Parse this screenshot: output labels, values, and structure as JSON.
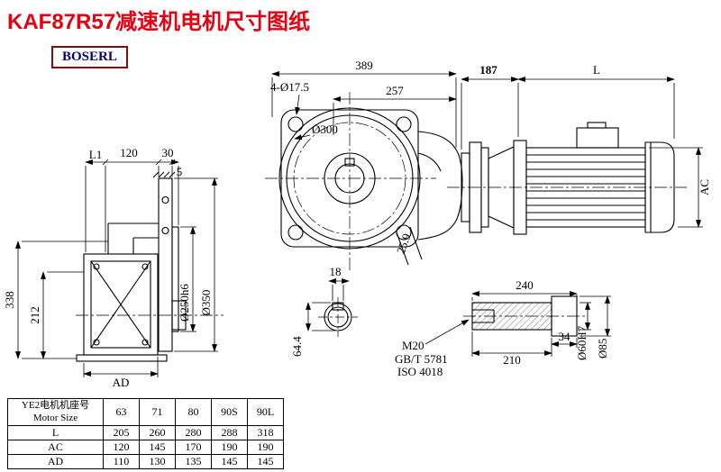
{
  "page": {
    "title": "KAF87R57减速机电机尺寸图纸",
    "brand": "BOSERL",
    "title_color": "#e60012",
    "brand_text_color": "#000080",
    "brand_border_color": "#7a1010",
    "line_color": "#000000"
  },
  "dimensions": {
    "front": {
      "overall_width": "389",
      "bolt_holes": "4-Ø17.5",
      "flange_offset": "257",
      "flange_diameter": "Ø300",
      "angle_offset": "25.9"
    },
    "side": {
      "gear_unit_length": "187",
      "motor_length": "L",
      "motor_diameter": "AC"
    },
    "left": {
      "l1": "L1",
      "offset_120": "120",
      "offset_30": "30",
      "offset_5": "5",
      "height_338": "338",
      "height_212": "212",
      "width_ad": "AD",
      "spigot_diameter": "Ø250h6",
      "flange_diameter": "Ø350"
    },
    "shaft_end": {
      "keyway_width": "18",
      "keyway_depth": "64.4"
    },
    "shaft_detail": {
      "length_240": "240",
      "length_210": "210",
      "length_34": "34",
      "bore_diameter": "Ø60H7",
      "shoulder_diameter": "Ø85",
      "thread": "M20",
      "bolt_standard": "GB/T 5781",
      "iso_standard": "ISO 4018"
    }
  },
  "table": {
    "header_line1": "YE2电机机座号",
    "header_line2": "Motor Size",
    "frames": [
      "63",
      "71",
      "80",
      "90S",
      "90L"
    ],
    "rows": [
      {
        "label": "L",
        "values": [
          "205",
          "260",
          "280",
          "288",
          "318"
        ]
      },
      {
        "label": "AC",
        "values": [
          "120",
          "145",
          "170",
          "190",
          "190"
        ]
      },
      {
        "label": "AD",
        "values": [
          "110",
          "130",
          "135",
          "145",
          "145"
        ]
      }
    ]
  }
}
